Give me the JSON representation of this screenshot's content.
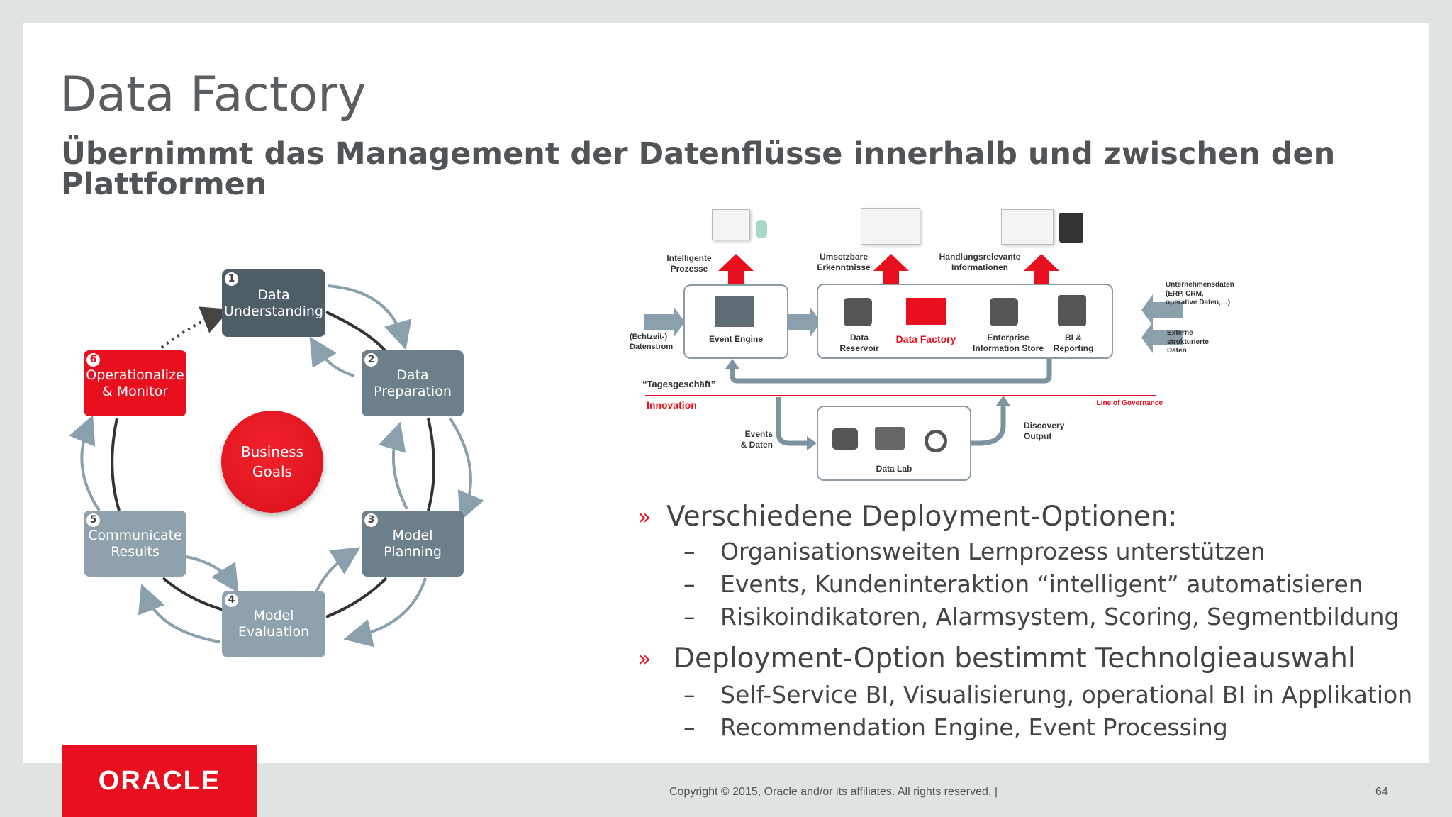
{
  "title": "Data Factory",
  "subtitle": "Übernimmt das Management der Datenflüsse innerhalb und zwischen den Plattformen",
  "cycle": {
    "center": {
      "line1": "Business",
      "line2": "Goals"
    },
    "steps": [
      {
        "num": "1",
        "line1": "Data",
        "line2": "Understanding"
      },
      {
        "num": "2",
        "line1": "Data",
        "line2": "Preparation"
      },
      {
        "num": "3",
        "line1": "Model",
        "line2": "Planning"
      },
      {
        "num": "4",
        "line1": "Model",
        "line2": "Evaluation"
      },
      {
        "num": "5",
        "line1": "Communicate",
        "line2": "Results"
      },
      {
        "num": "6",
        "line1": "Operationalize",
        "line2": "& Monitor"
      }
    ]
  },
  "architecture": {
    "top_labels": [
      {
        "line1": "Intelligente",
        "line2": "Prozesse"
      },
      {
        "line1": "Umsetzbare",
        "line2": "Erkenntnisse"
      },
      {
        "line1": "Handlungsrelevante",
        "line2": "Informationen"
      }
    ],
    "left_input": {
      "line1": "(Echtzeit-)",
      "line2": "Datenstrom"
    },
    "event_engine": "Event Engine",
    "data_reservoir": {
      "line1": "Data",
      "line2": "Reservoir"
    },
    "data_factory": "Data Factory",
    "enterprise_store": {
      "line1": "Enterprise",
      "line2": "Information Store"
    },
    "bi_reporting": {
      "line1": "BI &",
      "line2": "Reporting"
    },
    "right_inputs": [
      {
        "line1": "Unternehmensdaten",
        "line2": "(ERP, CRM,",
        "line3": "operative Daten,…)"
      },
      {
        "line1": "Externe",
        "line2": "strukturierte",
        "line3": "Daten"
      }
    ],
    "tagesgeschaeft": "“Tagesgeschäft”",
    "innovation": "Innovation",
    "line_of_governance": "Line of Governance",
    "events_daten": {
      "line1": "Events",
      "line2": "& Daten"
    },
    "discovery": {
      "line1": "Discovery",
      "line2": "Output"
    },
    "data_lab": "Data Lab"
  },
  "bullets": [
    {
      "marker": "»",
      "text": "Verschiedene Deployment-Optionen:",
      "sub": [
        "Organisationsweiten Lernprozess unterstützen",
        "Events, Kundeninteraktion “intelligent” automatisieren",
        "Risikoindikatoren, Alarmsystem, Scoring, Segmentbildung"
      ]
    },
    {
      "marker": "»",
      "text": "Deployment-Option bestimmt Technolgieauswahl",
      "sub": [
        "Self-Service BI, Visualisierung, operational BI in Applikation",
        "Recommendation Engine,  Event Processing"
      ]
    }
  ],
  "sub_marker": "–",
  "logo": "ORACLE",
  "footer": {
    "copyright": "Copyright © 2015, Oracle and/or its affiliates. All rights reserved.  |",
    "page": "64"
  },
  "colors": {
    "accent": "#e8101f",
    "node_dark": "#4f5d66",
    "node_light": "#8fa1ad",
    "arrow": "#8aa0ad"
  }
}
